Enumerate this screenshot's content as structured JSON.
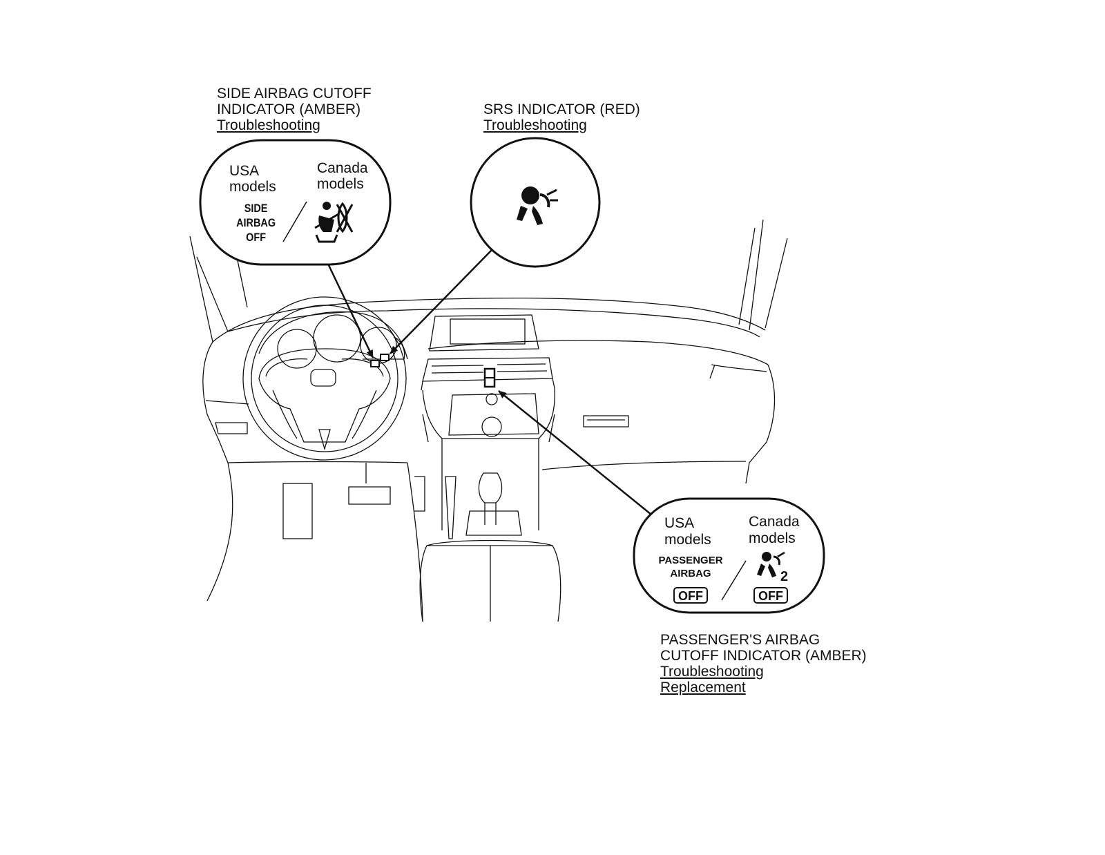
{
  "callouts": {
    "side_airbag": {
      "title_line1": "SIDE AIRBAG CUTOFF",
      "title_line2": "INDICATOR (AMBER)",
      "links": [
        "Troubleshooting"
      ],
      "usa_line1": "USA",
      "usa_line2": "models",
      "canada_line1": "Canada",
      "canada_line2": "models",
      "usa_symbol": [
        "SIDE",
        "AIRBAG",
        "OFF"
      ],
      "canada_icon": "side-airbag-off-icon"
    },
    "srs": {
      "title_line1": "SRS INDICATOR (RED)",
      "links": [
        "Troubleshooting"
      ],
      "icon": "srs-airbag-icon"
    },
    "passenger_airbag": {
      "title_line1": "PASSENGER'S AIRBAG",
      "title_line2": "CUTOFF INDICATOR (AMBER)",
      "links": [
        "Troubleshooting",
        "Replacement"
      ],
      "usa_line1": "USA",
      "usa_line2": "models",
      "canada_line1": "Canada",
      "canada_line2": "models",
      "usa_symbol": [
        "PASSENGER",
        "AIRBAG"
      ],
      "off_label": "OFF",
      "canada_icon": "passenger-airbag-off-icon",
      "canada_digit": "2"
    }
  },
  "colors": {
    "line": "#111111",
    "background": "#ffffff"
  }
}
